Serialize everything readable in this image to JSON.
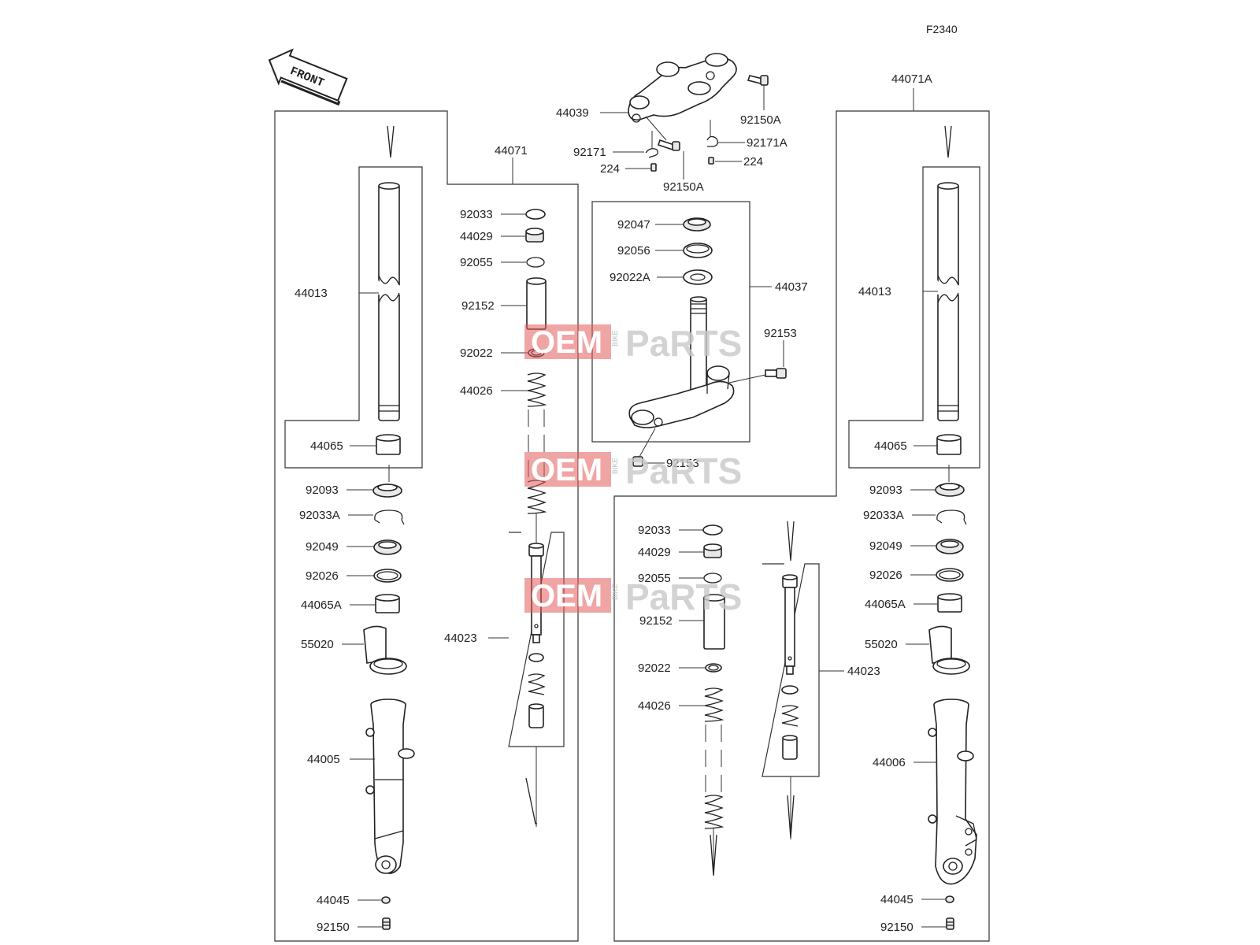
{
  "diagram_code": "F2340",
  "front_arrow_label": "FRONT",
  "watermark": {
    "oem": "OEM",
    "bike": "BIKE",
    "parts": "PaRTS"
  },
  "labels": {
    "l44039": "44039",
    "l92150A_top": "92150A",
    "l92150A_mid": "92150A",
    "l92171": "92171",
    "l92171A": "92171A",
    "l224_left": "224",
    "l224_right": "224",
    "l44071": "44071",
    "l44071A": "44071A",
    "l44013_left": "44013",
    "l44065_left": "44065",
    "l92093_left": "92093",
    "l92033A_left": "92033A",
    "l92049_left": "92049",
    "l92026_left": "92026",
    "l44065A_left": "44065A",
    "l55020_left": "55020",
    "l44005": "44005",
    "l44045_left": "44045",
    "l92150_left": "92150",
    "l92033_a": "92033",
    "l44029_a": "44029",
    "l92055_a": "92055",
    "l92152_a": "92152",
    "l92022_a": "92022",
    "l44026_a": "44026",
    "l44023_a": "44023",
    "l92047": "92047",
    "l92056": "92056",
    "l92022A": "92022A",
    "l44037": "44037",
    "l92153_top": "92153",
    "l92153_bot": "92153",
    "l92033_b": "92033",
    "l44029_b": "44029",
    "l92055_b": "92055",
    "l92152_b": "92152",
    "l92022_b": "92022",
    "l44026_b": "44026",
    "l44023_b": "44023",
    "l44013_right": "44013",
    "l44065_right": "44065",
    "l92093_right": "92093",
    "l92033A_right": "92033A",
    "l92049_right": "92049",
    "l92026_right": "92026",
    "l44065A_right": "44065A",
    "l55020_right": "55020",
    "l44006": "44006",
    "l44045_right": "44045",
    "l92150_right": "92150"
  }
}
